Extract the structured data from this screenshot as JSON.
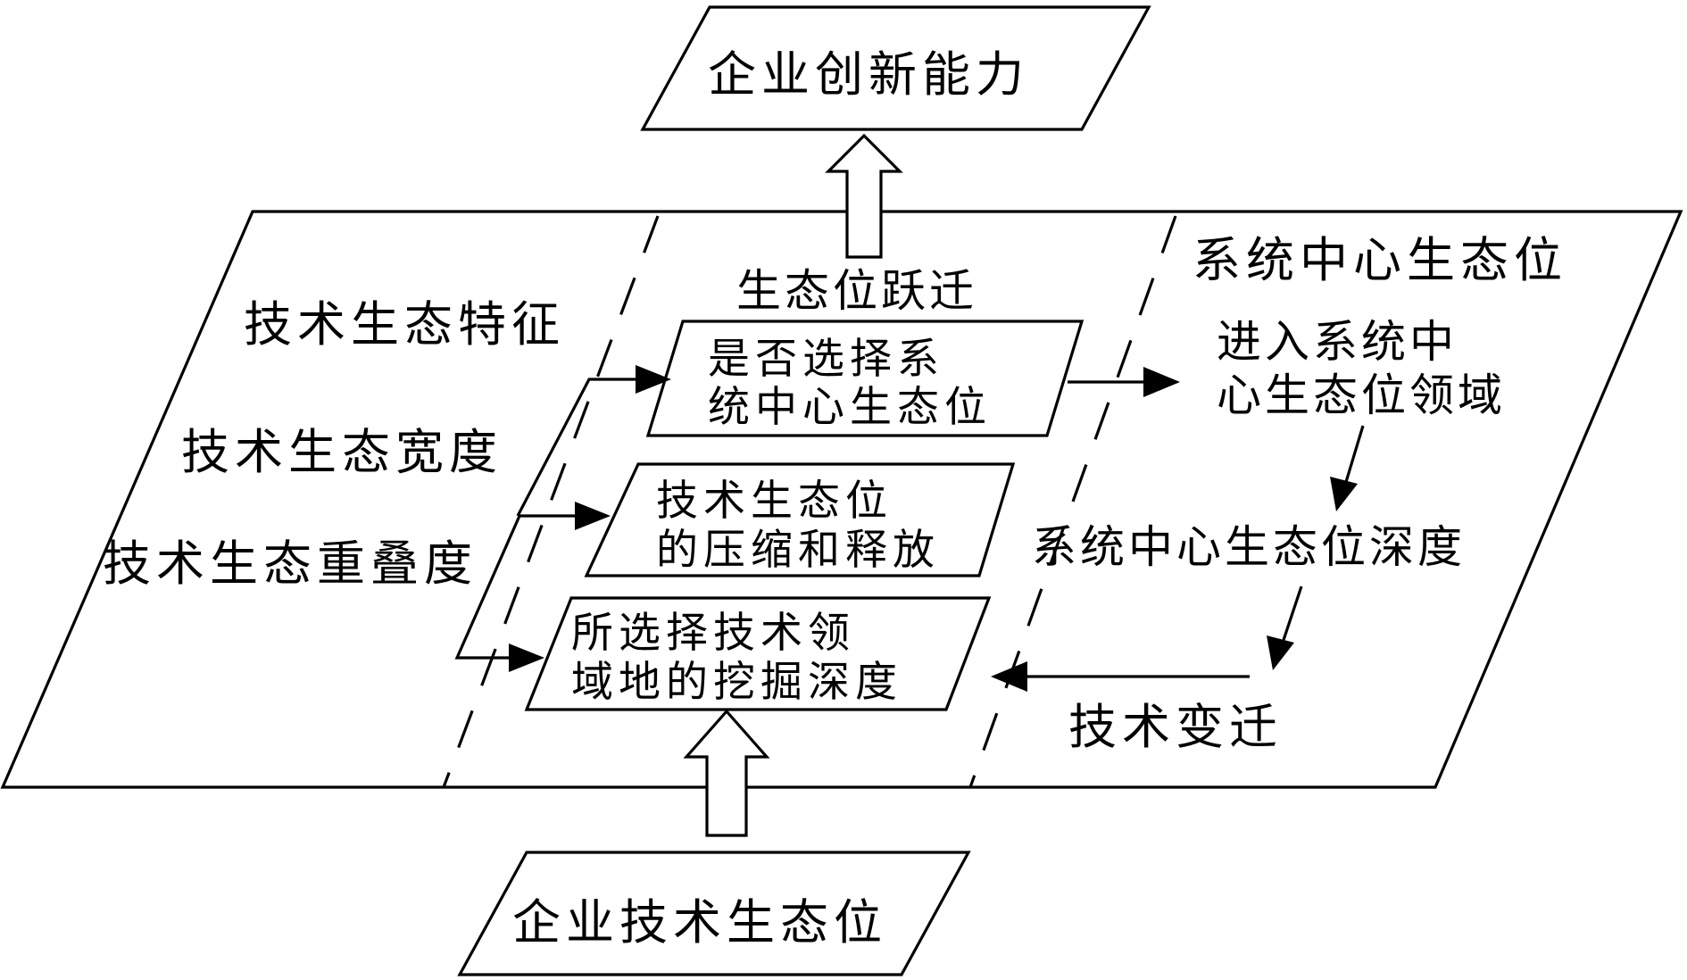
{
  "top_box": "企业创新能力",
  "bottom_box": "企业技术生态位",
  "panel_left": {
    "heading": "技术生态特征",
    "item1": "技术生态宽度",
    "item2": "技术生态重叠度"
  },
  "panel_middle": {
    "heading": "生态位跃迁",
    "box1": [
      "是否选择系",
      "统中心生态位"
    ],
    "box2": [
      "技术生态位",
      "的压缩和释放"
    ],
    "box3": [
      "所选择技术领",
      "域地的挖掘深度"
    ]
  },
  "panel_right": {
    "heading": "系统中心生态位",
    "step1": [
      "进入系统中",
      "心生态位领域"
    ],
    "step2": "系统中心生态位深度",
    "step3": "技术变迁"
  }
}
